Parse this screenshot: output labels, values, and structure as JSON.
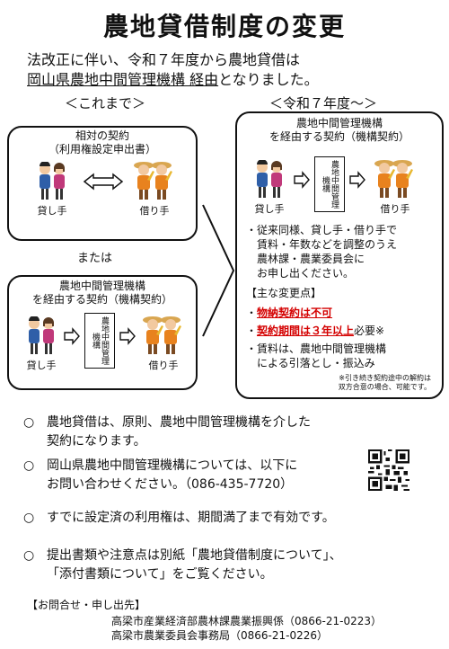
{
  "title": "農地貸借制度の変更",
  "intro": {
    "line1": "法改正に伴い、令和７年度から農地貸借は",
    "line2_underlined": "岡山県農地中間管理機構 経由",
    "line2_rest": "となりました。"
  },
  "before_header": "＜これまで＞",
  "after_header": "＜令和７年度～＞",
  "box_direct": {
    "title1": "相対の契約",
    "title2": "（利用権設定申出書）",
    "lender": "貸し手",
    "borrower": "借り手"
  },
  "or_text": "または",
  "box_org_before": {
    "title1": "農地中間管理機構",
    "title2": "を経由する契約（機構契約）",
    "doc": "農地中間管理機構",
    "lender": "貸し手",
    "borrower": "借り手"
  },
  "box_after": {
    "title1": "農地中間管理機構",
    "title2": "を経由する契約（機構契約）",
    "doc": "農地中間管理機構",
    "lender": "貸し手",
    "borrower": "借り手",
    "desc": [
      "・従来同様、貸し手・借り手で",
      "賃料・年数などを調整のうえ",
      "農林課・農業委員会に",
      "お申し出ください。"
    ],
    "changes_header": "【主な変更点】",
    "change1_red": "物納契約は不可",
    "change2_red": "契約期間は３年以上",
    "change2_rest": "必要※",
    "change3": [
      "・賃料は、農地中間管理機構",
      "による引落とし・振込み"
    ],
    "footnote": [
      "※引き続き契約途中の解約は",
      "双方合意の場合、可能です。"
    ]
  },
  "bullets": [
    {
      "mark": "○",
      "lines": [
        "農地貸借は、原則、農地中間管理機構を介した",
        "契約になります。"
      ]
    },
    {
      "mark": "○",
      "lines": [
        "岡山県農地中間管理機構については、以下に",
        "お問い合わせください。（086-435-7720）"
      ]
    },
    {
      "mark": "○",
      "lines": [
        "すでに設定済の利用権は、期間満了まで有効です。"
      ]
    },
    {
      "mark": "○",
      "lines": [
        "提出書類や注意点は別紙「農地貸借制度について」、",
        "「添付書類について」をご覧ください。"
      ]
    }
  ],
  "contact": {
    "header": "【お問合せ・申し出先】",
    "line1": "高梁市産業経済部農林課農業振興係（0866-21-0223）",
    "line2": "高梁市農業委員会事務局（0866-21-0226）"
  },
  "icons": {
    "lender": "person-pair-icon",
    "borrower": "farmer-pair-icon",
    "arrow": "right-arrow-icon",
    "qr": "qr-code-icon"
  },
  "colors": {
    "accent_red": "#d40000",
    "farmer_orange": "#e8821e",
    "wheat": "#e8b830"
  }
}
